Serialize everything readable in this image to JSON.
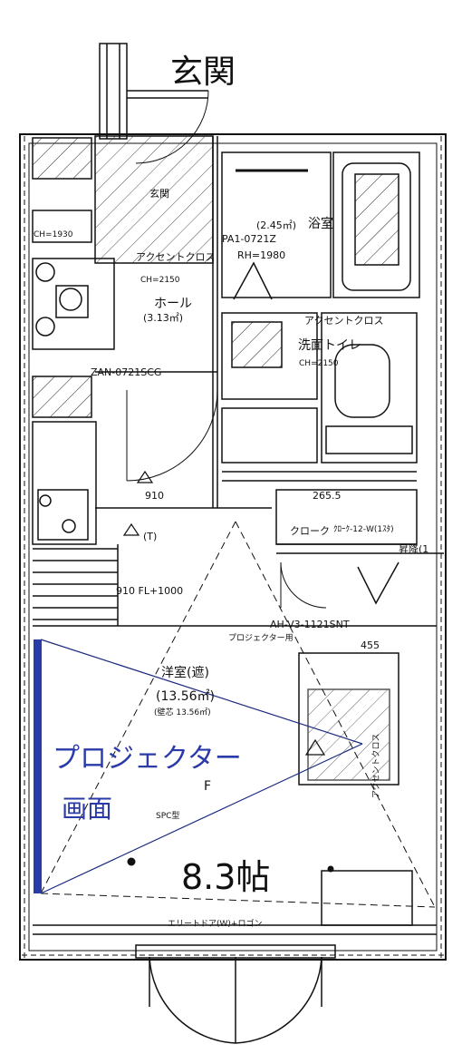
{
  "title": {
    "entrance": "玄関",
    "tatami": "8.3帖",
    "projector_label_line1": "プロジェクター",
    "projector_label_line2": "画面"
  },
  "rooms": {
    "genkan": "玄関",
    "bath": "浴室",
    "bath_area": "(2.45㎡)",
    "bath_spec": "RH=1980",
    "bath_door": "PA1-0721Z",
    "hall": "ホール",
    "hall_area": "(3.13㎡)",
    "washroom": "洗面トイレ",
    "accent_cross": "アクセントクロス",
    "ch_2150": "CH=2150",
    "closet": "クローク",
    "closet_spec": "ｸﾛｰｸ-12-W(1ｽﾀ)",
    "dim_265": "265.5",
    "dim_910": "910",
    "dim_455": "455",
    "yoshitsu": "洋室(遮)",
    "yoshitsu_area": "(13.56㎡)",
    "yoshitsu_area2": "(壁芯 13.56㎡)",
    "door_code": "AH-V3-1121SNT",
    "door_code2": "ZAN-0721SCG",
    "projector_small": "プロジェクター用",
    "spc": "SPC型",
    "fl": "910 FL+1000",
    "ch_top": "CH=1930",
    "window_note": "エリートドア(W)+ロゴン",
    "f_mark": "F",
    "t_mark": "(T)",
    "accent_vertical": "アクセントクロス",
    "kaidan": "昇降(1"
  }
}
